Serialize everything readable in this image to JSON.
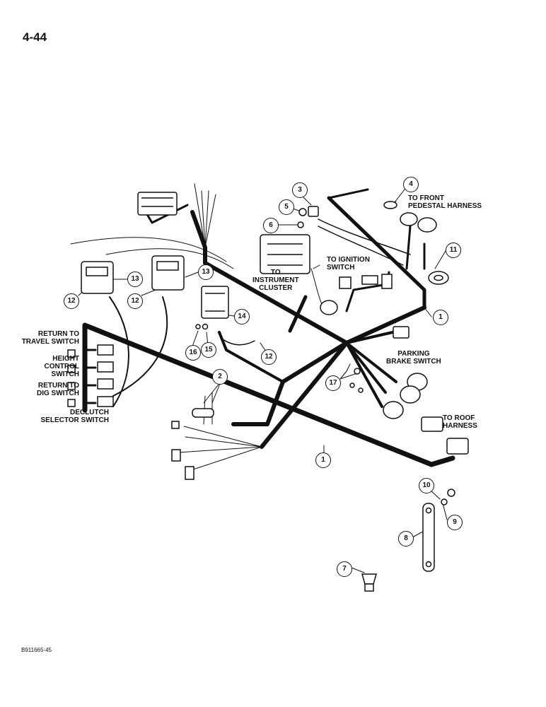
{
  "page_number": "4-44",
  "figure_code": "B911665-45",
  "labels": {
    "front_pedestal": [
      "TO FRONT",
      "PEDESTAL HARNESS"
    ],
    "ignition": [
      "TO IGNITION",
      "SWITCH"
    ],
    "instrument": [
      "TO",
      "INSTRUMENT",
      "CLUSTER"
    ],
    "parking": [
      "PARKING",
      "BRAKE SWITCH"
    ],
    "roof": [
      "TO ROOF",
      "HARNESS"
    ],
    "return_travel": [
      "RETURN TO",
      "TRAVEL SWITCH"
    ],
    "height_control": [
      "HEIGHT",
      "CONTROL",
      "SWITCH"
    ],
    "return_dig": [
      "RETURN TO",
      "DIG SWITCH"
    ],
    "declutch": [
      "DECLUTCH",
      "SELECTOR SWITCH"
    ]
  },
  "callouts": [
    "1",
    "1",
    "2",
    "3",
    "4",
    "5",
    "6",
    "7",
    "8",
    "9",
    "10",
    "11",
    "12",
    "12",
    "12",
    "13",
    "13",
    "14",
    "15",
    "16",
    "17"
  ]
}
